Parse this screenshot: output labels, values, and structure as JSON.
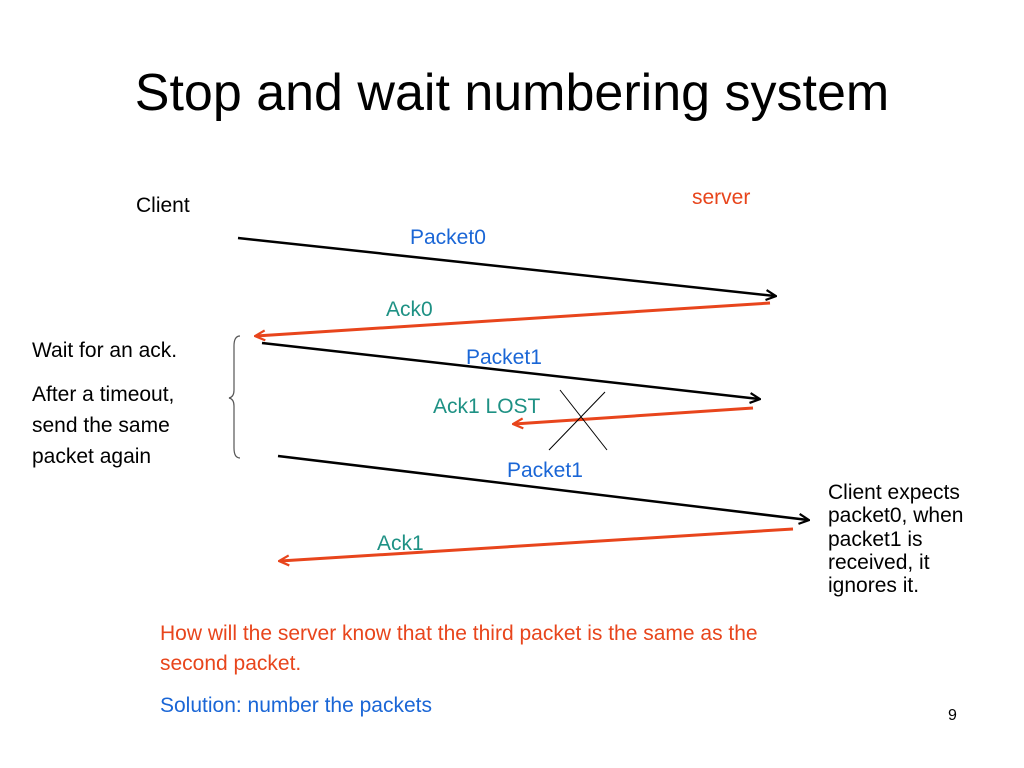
{
  "slide": {
    "title": "Stop and wait numbering system",
    "page_number": "9"
  },
  "diagram": {
    "client_label": "Client",
    "server_label": "server",
    "messages": [
      {
        "label": "Packet0",
        "direction": "client-to-server"
      },
      {
        "label": "Ack0",
        "direction": "server-to-client"
      },
      {
        "label": "Packet1",
        "direction": "client-to-server"
      },
      {
        "label": "Ack1 LOST",
        "direction": "server-to-client",
        "lost": true
      },
      {
        "label": "Packet1",
        "direction": "client-to-server"
      },
      {
        "label": "Ack1",
        "direction": "server-to-client"
      }
    ],
    "colors": {
      "packet_arrow": "#000000",
      "ack_arrow": "#e8451c",
      "packet_label": "#1a66d6",
      "ack_label": "#1e9184",
      "server_label": "#e8451c"
    }
  },
  "notes": {
    "wait_line1": "Wait for an ack.",
    "wait_line2": "After a timeout, send the same packet again",
    "client_expects": "Client expects packet0, when packet1 is received, it ignores it.",
    "question": "How will the server know that the third packet is the same as the second packet.",
    "solution": "Solution: number the packets"
  }
}
